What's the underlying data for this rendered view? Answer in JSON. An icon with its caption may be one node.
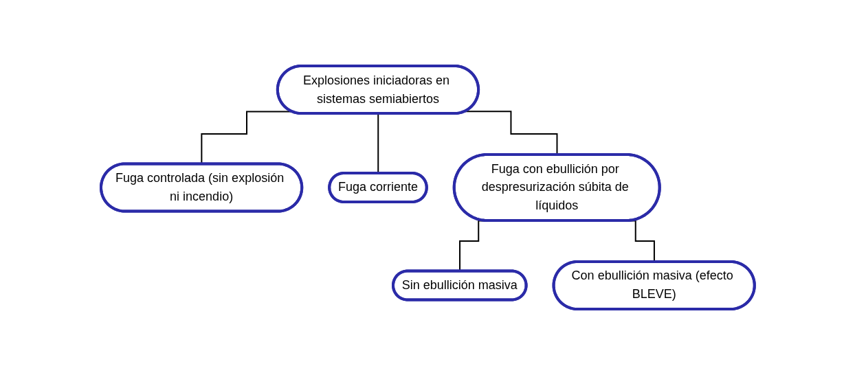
{
  "diagram": {
    "nodes": [
      {
        "text": [
          "Explosiones iniciadoras en sistemas semiabiertos"
        ]
      },
      {
        "text": [
          "Fuga controlada (sin explosión ni incendio)"
        ]
      },
      {
        "text": [
          "Fuga corriente"
        ]
      },
      {
        "text": [
          "Fuga con ebullición por despresurización súbita de líquidos"
        ]
      },
      {
        "text": [
          "Sin ebullición masiva"
        ]
      },
      {
        "text": [
          "Con ebullición masiva (efecto BLEVE)"
        ]
      }
    ],
    "edges": [
      {
        "from": 0,
        "to": 1,
        "arrow": "none"
      },
      {
        "from": 0,
        "to": 2,
        "arrow": "none"
      },
      {
        "from": 0,
        "to": 3,
        "arrow": "none"
      },
      {
        "from": 3,
        "to": 4,
        "arrow": "none"
      },
      {
        "from": 3,
        "to": 5,
        "arrow": "none"
      }
    ]
  }
}
